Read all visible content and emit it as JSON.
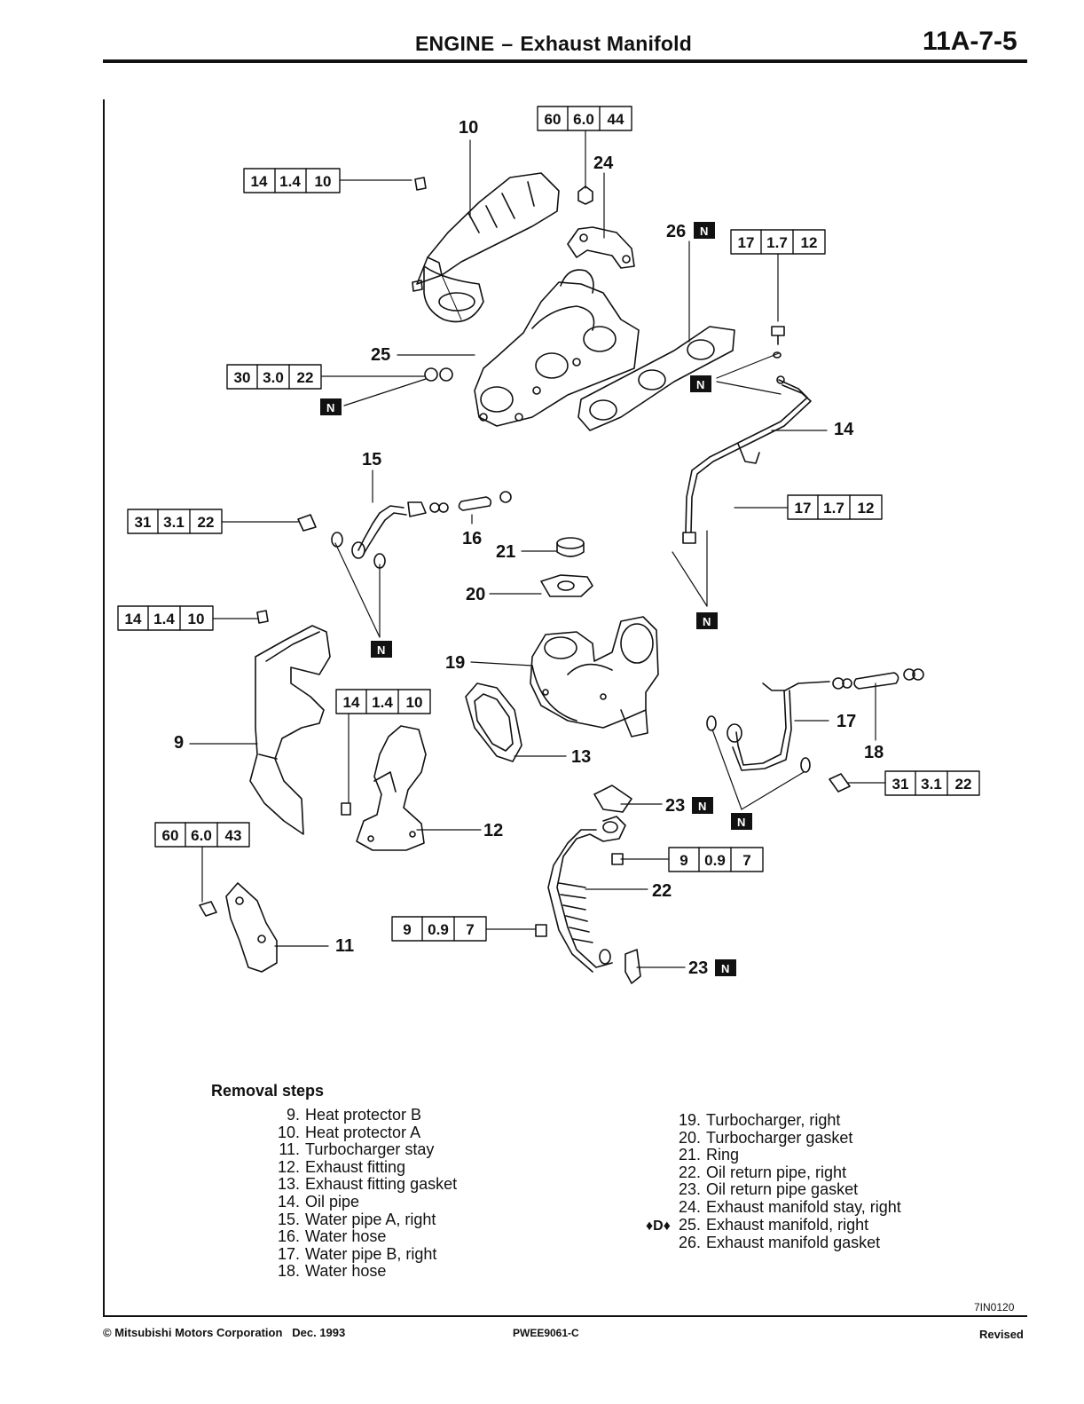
{
  "header": {
    "section": "ENGINE",
    "dash": "–",
    "subject": "Exhaust Manifold",
    "page": "11A-7-5"
  },
  "callouts": {
    "c9": "9",
    "c10": "10",
    "c11": "11",
    "c12": "12",
    "c13": "13",
    "c14": "14",
    "c15": "15",
    "c16": "16",
    "c17": "17",
    "c18": "18",
    "c19": "19",
    "c20": "20",
    "c21": "21",
    "c22": "22",
    "c23a": "23",
    "c23b": "23",
    "c24": "24",
    "c25": "25",
    "c26": "26"
  },
  "new_part_mark": "N",
  "torque_specs": {
    "t_a": [
      "60",
      "6.0",
      "44"
    ],
    "t_b": [
      "14",
      "1.4",
      "10"
    ],
    "t_c": [
      "17",
      "1.7",
      "12"
    ],
    "t_d": [
      "30",
      "3.0",
      "22"
    ],
    "t_e": [
      "31",
      "3.1",
      "22"
    ],
    "t_f": [
      "17",
      "1.7",
      "12"
    ],
    "t_g": [
      "14",
      "1.4",
      "10"
    ],
    "t_h": [
      "14",
      "1.4",
      "10"
    ],
    "t_i": [
      "31",
      "3.1",
      "22"
    ],
    "t_j": [
      "60",
      "6.0",
      "43"
    ],
    "t_k": [
      "9",
      "0.9",
      "7"
    ],
    "t_l": [
      "9",
      "0.9",
      "7"
    ]
  },
  "removal": {
    "title": "Removal steps",
    "col1": [
      {
        "num": "9.",
        "text": "Heat protector B"
      },
      {
        "num": "10.",
        "text": "Heat protector A"
      },
      {
        "num": "11.",
        "text": "Turbocharger stay"
      },
      {
        "num": "12.",
        "text": "Exhaust fitting"
      },
      {
        "num": "13.",
        "text": "Exhaust fitting gasket"
      },
      {
        "num": "14.",
        "text": "Oil pipe"
      },
      {
        "num": "15.",
        "text": "Water pipe A, right"
      },
      {
        "num": "16.",
        "text": "Water hose"
      },
      {
        "num": "17.",
        "text": "Water pipe B, right"
      },
      {
        "num": "18.",
        "text": "Water hose"
      }
    ],
    "col2": [
      {
        "num": "19.",
        "text": "Turbocharger, right",
        "marker": ""
      },
      {
        "num": "20.",
        "text": "Turbocharger gasket",
        "marker": ""
      },
      {
        "num": "21.",
        "text": "Ring",
        "marker": ""
      },
      {
        "num": "22.",
        "text": "Oil return pipe, right",
        "marker": ""
      },
      {
        "num": "23.",
        "text": "Oil return pipe gasket",
        "marker": ""
      },
      {
        "num": "24.",
        "text": "Exhaust manifold stay, right",
        "marker": ""
      },
      {
        "num": "25.",
        "text": "Exhaust manifold, right",
        "marker": "♦D♦"
      },
      {
        "num": "26.",
        "text": "Exhaust manifold gasket",
        "marker": ""
      }
    ]
  },
  "figure_id": "7IN0120",
  "footer": {
    "copyright": "© Mitsubishi Motors Corporation",
    "date": "Dec. 1993",
    "doc_code": "PWEE9061-C",
    "status": "Revised"
  }
}
